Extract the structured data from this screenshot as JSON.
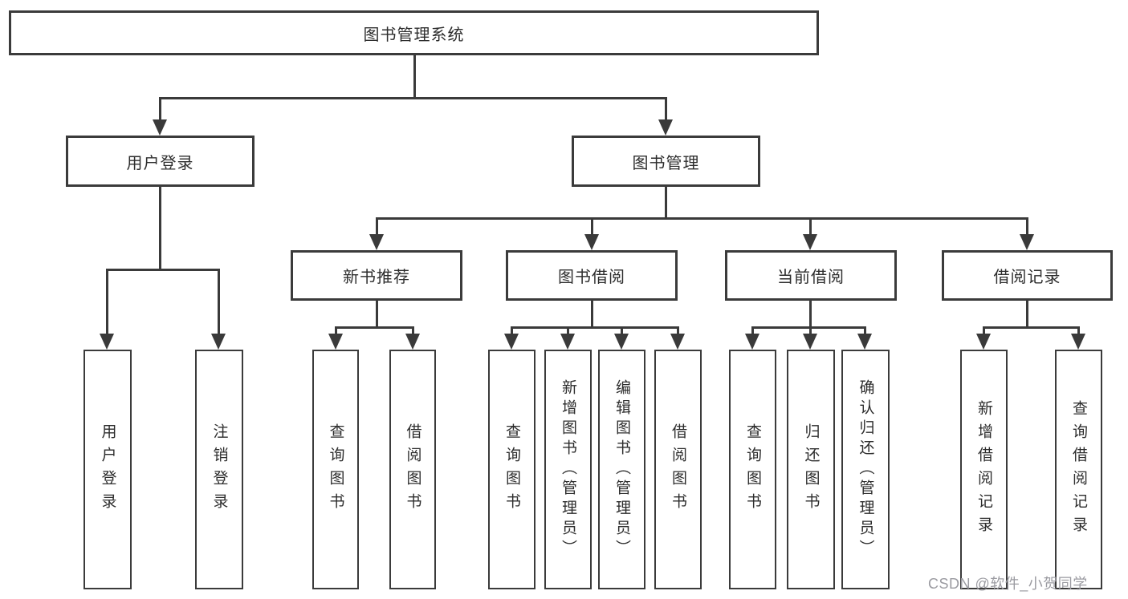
{
  "tree": {
    "root": {
      "label": "图书管理系统"
    },
    "branches": [
      {
        "label": "用户登录",
        "leaves": [
          {
            "label": "用户登录"
          },
          {
            "label": "注销登录"
          }
        ]
      },
      {
        "label": "图书管理",
        "groups": [
          {
            "label": "新书推荐",
            "leaves": [
              {
                "label": "查询图书"
              },
              {
                "label": "借阅图书"
              }
            ]
          },
          {
            "label": "图书借阅",
            "leaves": [
              {
                "label": "查询图书"
              },
              {
                "label": "新增图书（管理员）"
              },
              {
                "label": "编辑图书（管理员）"
              },
              {
                "label": "借阅图书"
              }
            ]
          },
          {
            "label": "当前借阅",
            "leaves": [
              {
                "label": "查询图书"
              },
              {
                "label": "归还图书"
              },
              {
                "label": "确认归还（管理员）"
              }
            ]
          },
          {
            "label": "借阅记录",
            "leaves": [
              {
                "label": "新增借阅记录"
              },
              {
                "label": "查询借阅记录"
              }
            ]
          }
        ]
      }
    ]
  },
  "watermark": "CSDN @软件_小贺同学",
  "colors": {
    "line": "#3a3a3a",
    "box_border": "#3b3b3b",
    "text": "#2d2d2d",
    "watermark": "#9b9ba1",
    "background": "#ffffff"
  }
}
